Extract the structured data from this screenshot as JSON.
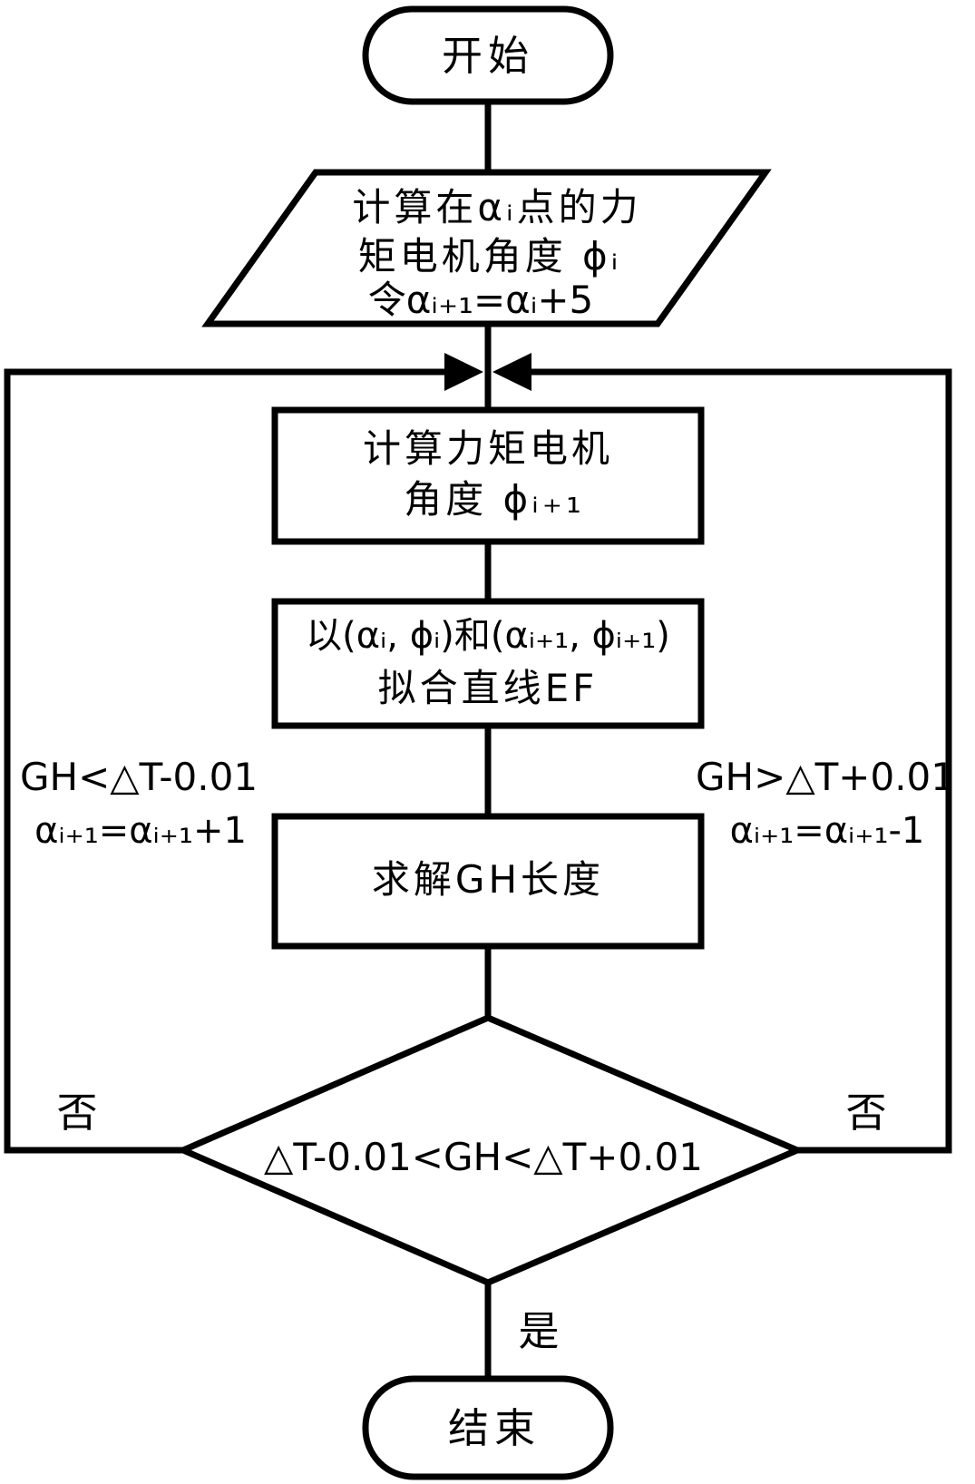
{
  "diagram": {
    "type": "flowchart",
    "background": "#ffffff",
    "stroke_color": "#000000",
    "text_color": "#000000",
    "nodes": {
      "start": {
        "shape": "terminator",
        "label": "开始"
      },
      "init_input": {
        "shape": "parallelogram",
        "lines": [
          "计算在αᵢ点的力",
          "矩电机角度 ϕᵢ",
          "令αᵢ₊₁=αᵢ+5"
        ]
      },
      "compute_angle": {
        "shape": "process",
        "lines": [
          "计算力矩电机",
          "角度 ϕᵢ₊₁"
        ]
      },
      "fit_line": {
        "shape": "process",
        "lines": [
          "以(αᵢ, ϕᵢ)和(αᵢ₊₁, ϕᵢ₊₁)",
          "拟合直线EF"
        ]
      },
      "solve_gh": {
        "shape": "process",
        "lines": [
          "求解GH长度"
        ]
      },
      "decision": {
        "shape": "decision",
        "label": "△T-0.01<GH<△T+0.01"
      },
      "end": {
        "shape": "terminator",
        "label": "结束"
      }
    },
    "branches": {
      "left_no": {
        "condition": "GH<△T-0.01",
        "action": "αᵢ₊₁=αᵢ₊₁+1",
        "edge_label": "否"
      },
      "right_no": {
        "condition": "GH>△T+0.01",
        "action": "αᵢ₊₁=αᵢ₊₁-1",
        "edge_label": "否"
      },
      "yes": {
        "edge_label": "是"
      }
    }
  }
}
